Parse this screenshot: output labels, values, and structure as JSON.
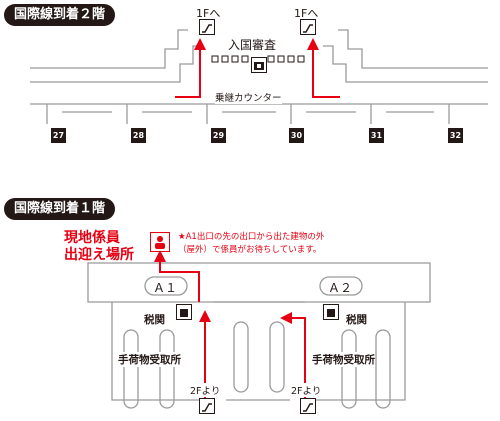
{
  "floor2": {
    "title": "国際線到着２階",
    "to_1f_left": "1Fへ",
    "to_1f_right": "1Fへ",
    "immigration": "入国審査",
    "transfer_counter": "乗継カウンター",
    "gates": [
      "27",
      "28",
      "29",
      "30",
      "31",
      "32"
    ]
  },
  "floor1": {
    "title": "国際線到着１階",
    "meeting_point_line1": "現地係員",
    "meeting_point_line2": "出迎え場所",
    "note_line1": "★A1出口の先の出口から出た建物の外",
    "note_line2": "（屋外）で係員がお待ちしています。",
    "exit_a1": "Ａ１",
    "exit_a2": "Ａ２",
    "customs_left": "税関",
    "customs_right": "税関",
    "baggage_left": "手荷物受取所",
    "baggage_right": "手荷物受取所",
    "from_2f_left": "2Fより",
    "from_2f_right": "2Fより"
  },
  "colors": {
    "accent_red": "#e60012",
    "dark": "#231815",
    "line_gray": "#9a9a9a"
  },
  "icons": [
    "escalator-icon",
    "quarantine-icon",
    "staff-icon"
  ]
}
